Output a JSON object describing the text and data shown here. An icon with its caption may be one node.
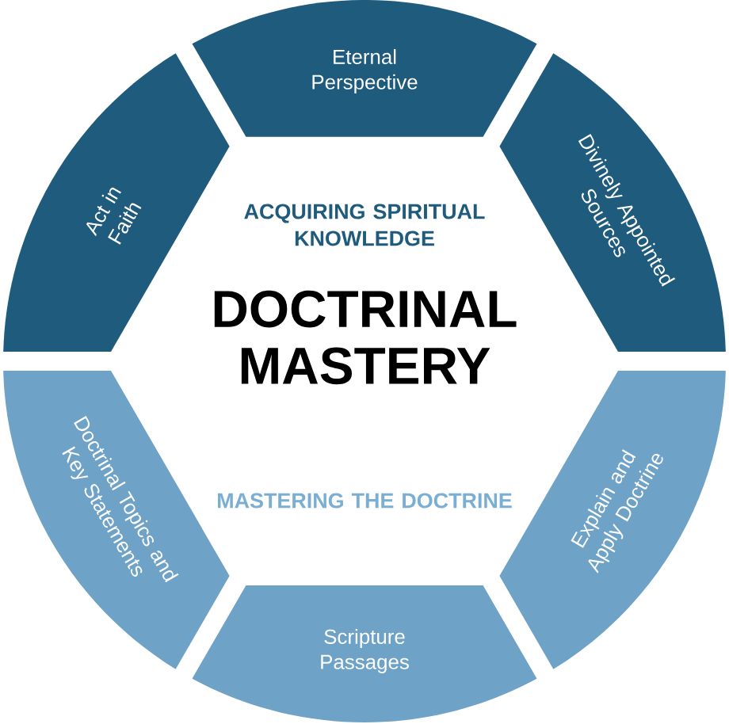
{
  "diagram": {
    "title": "DOCTRINAL MASTERY",
    "nodes": [
      {
        "text": [
          "Eternal Perspective"
        ]
      },
      {
        "text": [
          "Divinely Appointed Sources"
        ]
      },
      {
        "text": [
          "Explain and Apply Doctrine"
        ]
      },
      {
        "text": [
          "Scripture Passages"
        ]
      },
      {
        "text": [
          "Doctrinal Topics and Key Statements"
        ]
      },
      {
        "text": [
          "Act in Faith"
        ]
      }
    ],
    "labels": [
      "ACQUIRING SPIRITUAL KNOWLEDGE",
      "MASTERING THE DOCTRINE"
    ]
  }
}
